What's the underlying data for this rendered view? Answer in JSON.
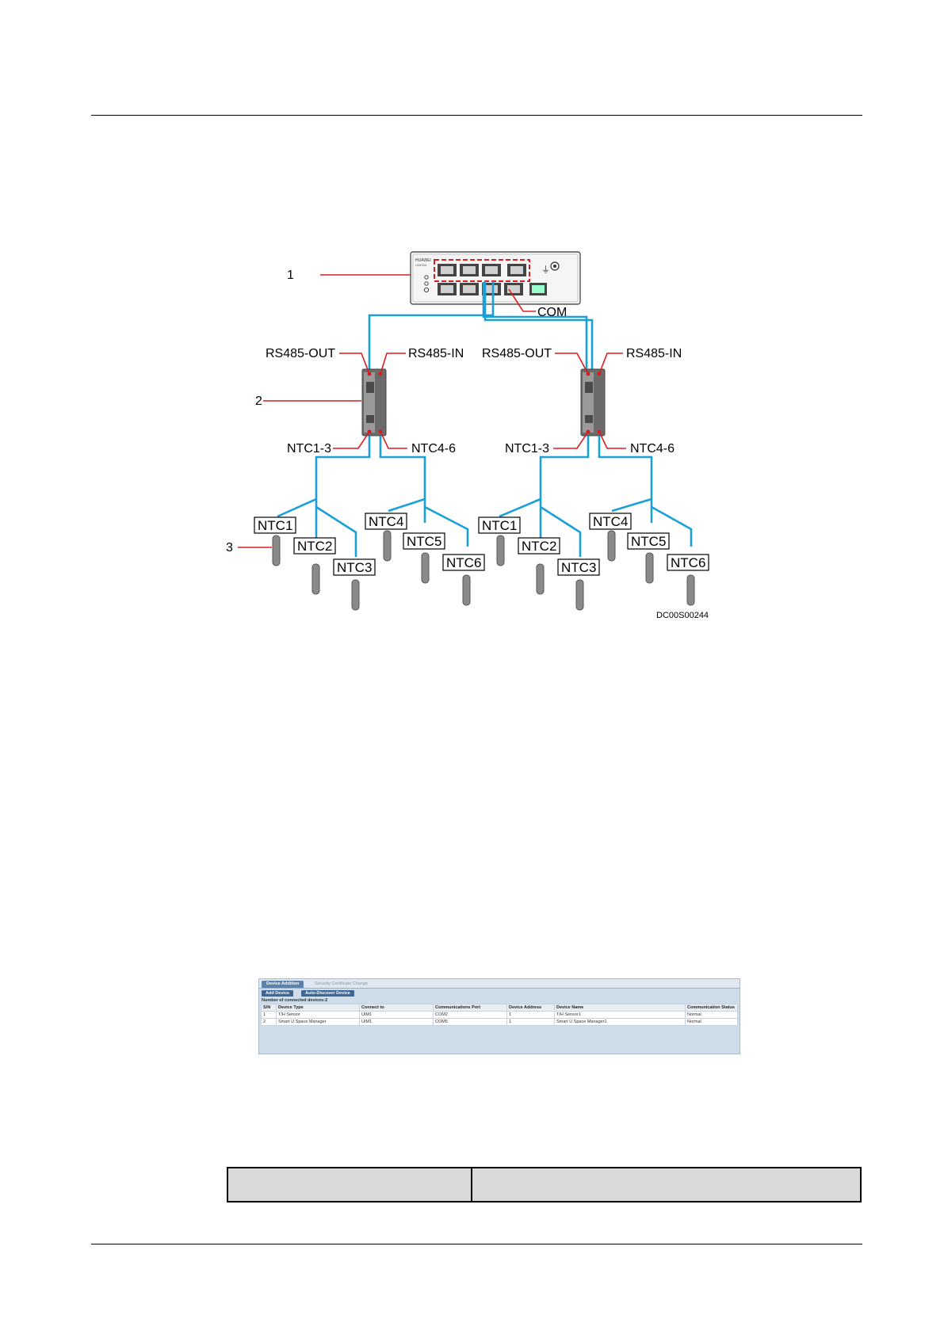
{
  "diagram": {
    "callouts": {
      "c1": "1",
      "c2": "2",
      "c3": "3"
    },
    "com_label": "COM",
    "left_module": {
      "rs485_out": "RS485-OUT",
      "rs485_in": "RS485-IN",
      "ntc_group_a": "NTC1-3",
      "ntc_group_b": "NTC4-6"
    },
    "right_module": {
      "rs485_out": "RS485-OUT",
      "rs485_in": "RS485-IN",
      "ntc_group_a": "NTC1-3",
      "ntc_group_b": "NTC4-6"
    },
    "sensors_left": [
      "NTC1",
      "NTC2",
      "NTC3",
      "NTC4",
      "NTC5",
      "NTC6"
    ],
    "sensors_right": [
      "NTC1",
      "NTC2",
      "NTC3",
      "NTC4",
      "NTC5",
      "NTC6"
    ],
    "figure_code": "DC00S00244",
    "colors": {
      "cable": "#1aa0d8",
      "leader": "#d81e1e"
    }
  },
  "webui": {
    "tab_active": "Device Addition",
    "tab_inactive": "Security Certificate Change",
    "add_device": "Add Device",
    "auto_discover": "Auto-Discover Device",
    "count_text": "Number of connected devices:2",
    "columns": [
      "S/N",
      "Device Type",
      "Connect to",
      "Communications Port",
      "Device Address",
      "Device Name",
      "Communication Status"
    ],
    "rows": [
      [
        "1",
        "T/H Sensor",
        "UIM1",
        "COM2",
        "1",
        "T/H Sensor1",
        "Normal"
      ],
      [
        "2",
        "Smart U Space Manager",
        "UIM1",
        "COM5",
        "1",
        "Smart U Space Manager1",
        "Normal"
      ]
    ]
  },
  "table": {
    "col1": "",
    "col2": ""
  }
}
